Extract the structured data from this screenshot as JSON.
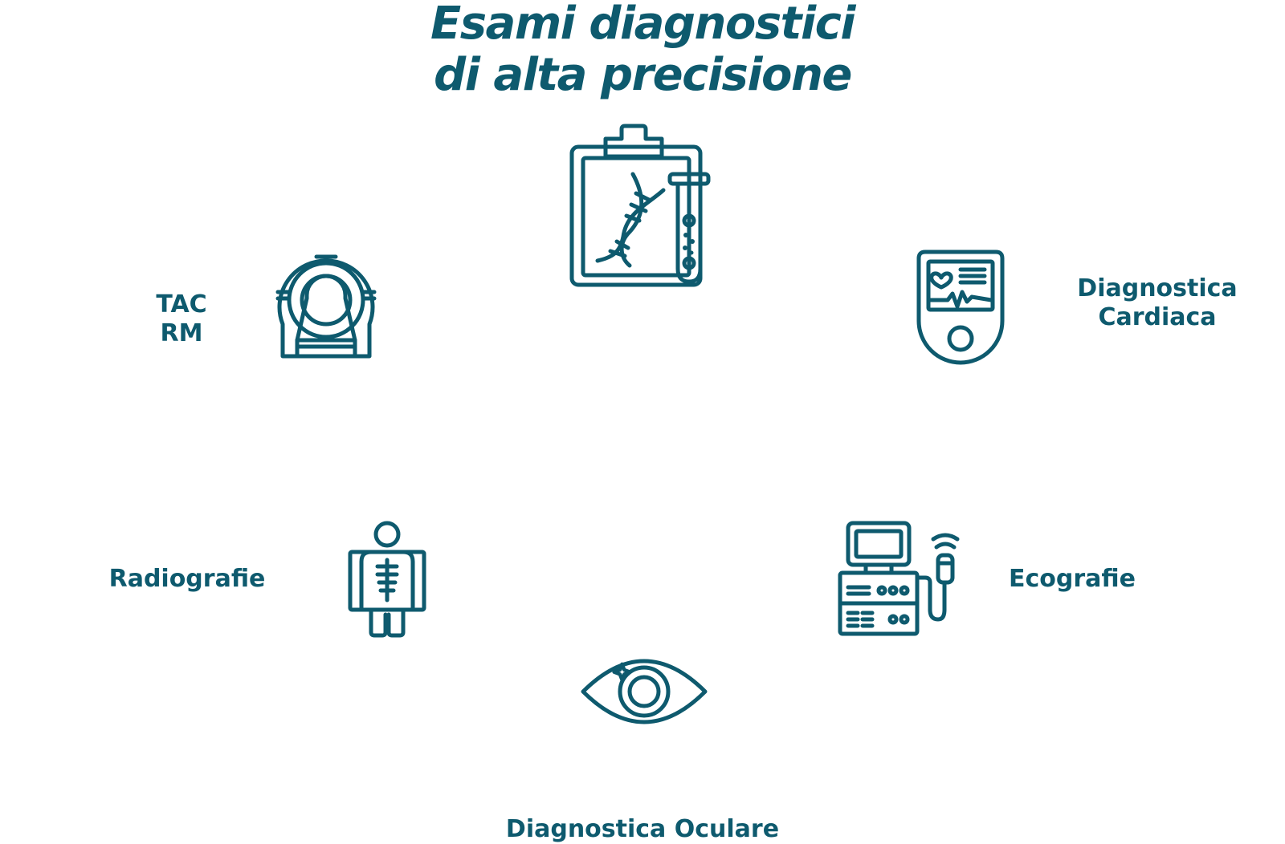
{
  "title": {
    "line1": "Esami diagnostici",
    "line2": "di alta precisione"
  },
  "items": {
    "tac": {
      "line1": "TAC",
      "line2": "RM",
      "icon": "ct-scanner-icon"
    },
    "cardiac": {
      "line1": "Diagnostica",
      "line2": "Cardiaca",
      "icon": "heart-monitor-icon"
    },
    "radiography": {
      "label": "Radiografie",
      "icon": "xray-skeleton-icon"
    },
    "echo": {
      "label": "Ecografie",
      "icon": "ultrasound-machine-icon"
    },
    "ocular": {
      "label": "Diagnostica Oculare",
      "icon": "eye-icon"
    },
    "lab": {
      "icon": "clipboard-dna-test-tube-icon"
    }
  },
  "colors": {
    "primary": "#0e5a6e",
    "background": "#ffffff"
  }
}
